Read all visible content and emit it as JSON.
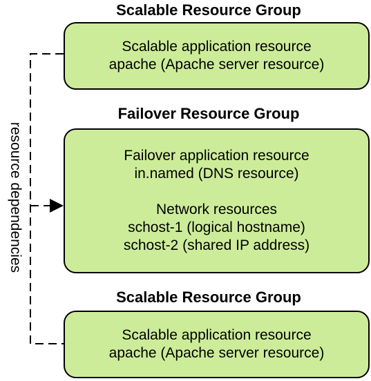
{
  "groups": [
    {
      "title": "Scalable Resource Group",
      "lines": [
        "Scalable application resource",
        "apache (Apache server resource)"
      ]
    },
    {
      "title": "Failover Resource Group",
      "lines": [
        "Failover application resource",
        "in.named (DNS resource)"
      ],
      "lines2": [
        "Network resources",
        "schost-1 (logical hostname)",
        "schost-2 (shared IP address)"
      ]
    },
    {
      "title": "Scalable Resource Group",
      "lines": [
        "Scalable application resource",
        "apache (Apache server resource)"
      ]
    }
  ],
  "dependency_label": "resource dependencies",
  "colors": {
    "box_fill": "#cdec9a",
    "stroke": "#000000"
  }
}
